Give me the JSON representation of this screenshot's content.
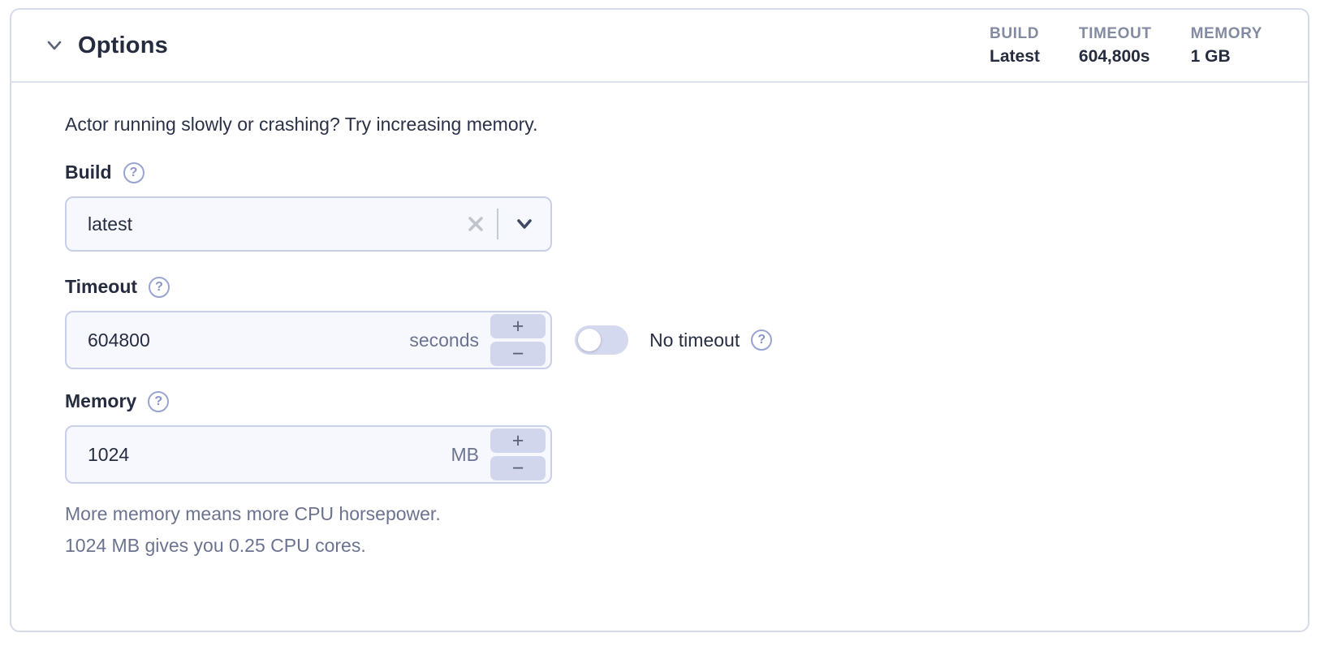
{
  "header": {
    "title": "Options",
    "stats": [
      {
        "label": "BUILD",
        "value": "Latest"
      },
      {
        "label": "TIMEOUT",
        "value": "604,800s"
      },
      {
        "label": "MEMORY",
        "value": "1 GB"
      }
    ]
  },
  "icons": {
    "collapse": "chevron-down",
    "help_glyph": "?",
    "clear": "x",
    "dropdown": "chevron-down"
  },
  "controls": {
    "increment": "+",
    "decrement": "−"
  },
  "form": {
    "intro": "Actor running slowly or crashing? Try increasing memory.",
    "build": {
      "label": "Build",
      "value": "latest"
    },
    "timeout": {
      "label": "Timeout",
      "value": "604800",
      "unit": "seconds",
      "toggle_label": "No timeout",
      "toggle_on": false
    },
    "memory": {
      "label": "Memory",
      "value": "1024",
      "unit": "MB",
      "helper_lines": [
        "More memory means more CPU horsepower.",
        "1024 MB gives you 0.25 CPU cores."
      ]
    }
  },
  "colors": {
    "panel_border": "#d6daeb",
    "text_primary": "#262c3f",
    "text_muted": "#6b7390",
    "stat_label": "#828ba2",
    "field_bg": "#f7f8fd",
    "field_border": "#c9cfe8",
    "stepper_bg": "#d2d6ec",
    "toggle_track": "#d5d9ef",
    "help_icon": "#8f99c9"
  }
}
